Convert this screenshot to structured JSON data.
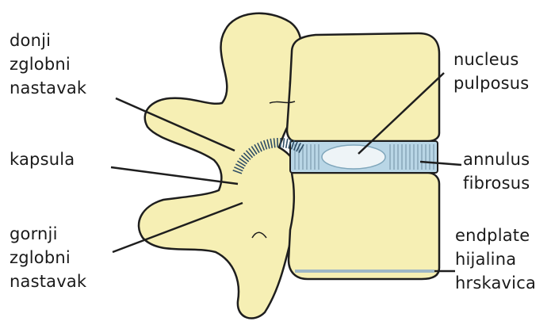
{
  "colors": {
    "bone": "#f6efb4",
    "outline": "#1e1e1e",
    "disc": "#b9d6e6",
    "nucleus": "#eef4f7",
    "endplate": "#9fb7c6",
    "text": "#1a1a1a"
  },
  "labels": {
    "inferior_process": [
      "donji",
      "zglobni",
      "nastavak"
    ],
    "capsule": [
      "kapsula"
    ],
    "superior_process": [
      "gornji",
      "zglobni",
      "nastavak"
    ],
    "nucleus": [
      "nucleus",
      "pulposus"
    ],
    "annulus": [
      "annulus",
      "fibrosus"
    ],
    "endplate": [
      "endplate",
      "hijalina",
      "hrskavica"
    ]
  }
}
